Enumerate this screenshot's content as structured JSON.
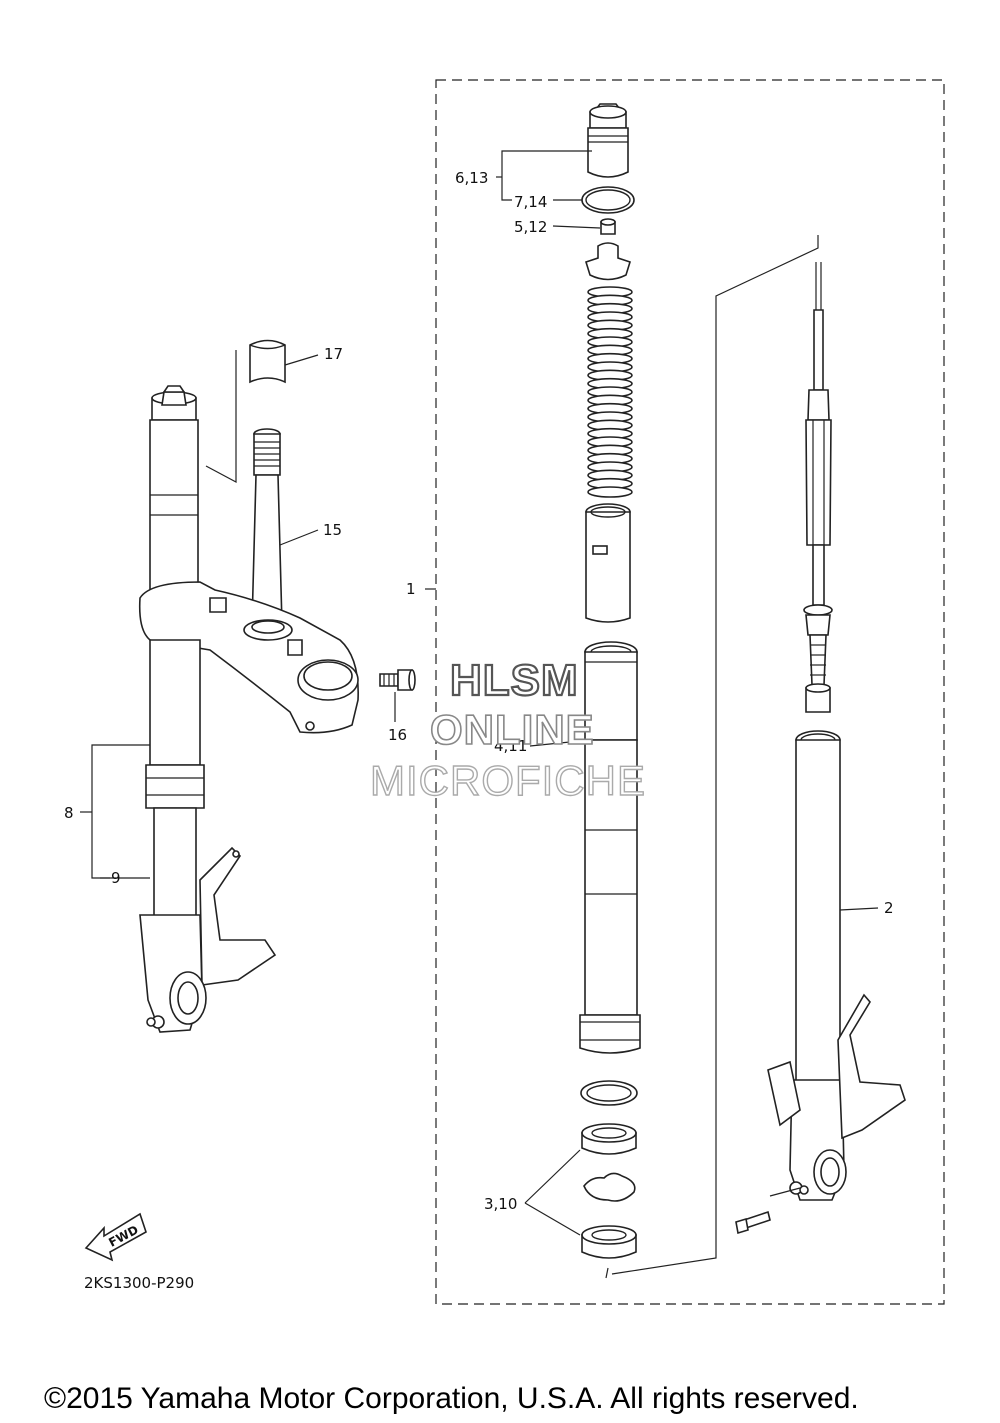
{
  "callouts": {
    "c17": "17",
    "c15": "15",
    "c16": "16",
    "c8": "8",
    "c9": "9",
    "c1": "1",
    "c2": "2",
    "c6_13": "6,13",
    "c7_14": "7,14",
    "c5_12": "5,12",
    "c4_11": "4,11",
    "c3_10": "3,10"
  },
  "fwd_label": "FWD",
  "diagram_code": "2KS1300-P290",
  "watermark": {
    "line1": "HLSM",
    "line2": "ONLINE",
    "line3": "MICROFICHE"
  },
  "copyright": "©2015 Yamaha Motor Corporation, U.S.A. All rights reserved."
}
